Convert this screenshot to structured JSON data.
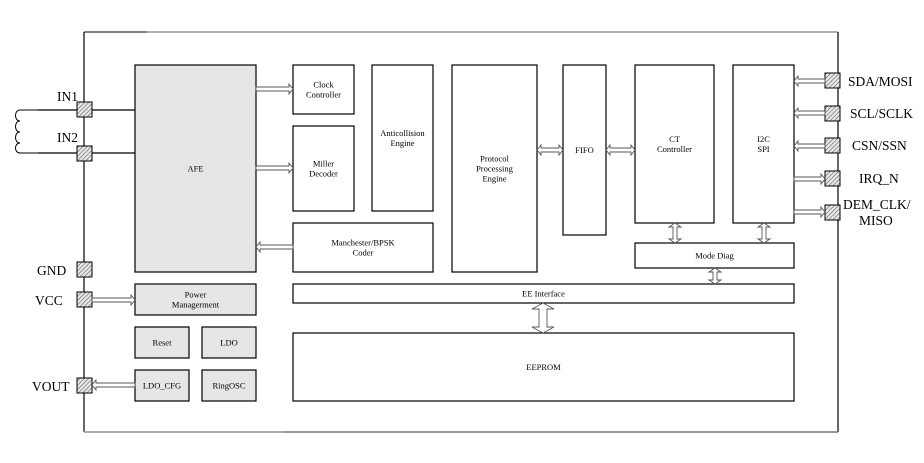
{
  "diagram": {
    "title": "",
    "pins_left": [
      {
        "id": "in1",
        "label": "IN1"
      },
      {
        "id": "in2",
        "label": "IN2"
      },
      {
        "id": "gnd",
        "label": "GND"
      },
      {
        "id": "vcc",
        "label": "VCC"
      },
      {
        "id": "vout",
        "label": "VOUT"
      }
    ],
    "pins_right": [
      {
        "id": "sda_mosi",
        "label": "SDA/MOSI"
      },
      {
        "id": "scl_sclk",
        "label": "SCL/SCLK"
      },
      {
        "id": "csn_ssn",
        "label": "CSN/SSN"
      },
      {
        "id": "irq_n",
        "label": "IRQ_N"
      },
      {
        "id": "dem_clk_miso",
        "label_line1": "DEM_CLK/",
        "label_line2": "MISO"
      }
    ],
    "blocks": {
      "afe": {
        "lines": [
          "AFE"
        ]
      },
      "power_management": {
        "lines": [
          "Power",
          "Managerment"
        ]
      },
      "reset": {
        "lines": [
          "Reset"
        ]
      },
      "ldo": {
        "lines": [
          "LDO"
        ]
      },
      "ldo_cfg": {
        "lines": [
          "LDO_CFG"
        ]
      },
      "ring_osc": {
        "lines": [
          "RingOSC"
        ]
      },
      "clock_controller": {
        "lines": [
          "Clock",
          "Controller"
        ]
      },
      "miller_decoder": {
        "lines": [
          "Miller",
          "Decoder"
        ]
      },
      "anticollision_engine": {
        "lines": [
          "Anticollision",
          "Engine"
        ]
      },
      "manchester_bpsk_coder": {
        "lines": [
          "Manchester/BPSK",
          "Coder"
        ]
      },
      "protocol_processing_engine": {
        "lines": [
          "Protocol",
          "Processing",
          "Engine"
        ]
      },
      "fifo": {
        "lines": [
          "FIFO"
        ]
      },
      "ct_controller": {
        "lines": [
          "CT",
          "Controller"
        ]
      },
      "i2c_spi": {
        "lines": [
          "I2C",
          "SPI"
        ]
      },
      "mode_diag": {
        "lines": [
          "Mode Diag"
        ]
      },
      "ee_interface": {
        "lines": [
          "EE Interface"
        ]
      },
      "eeprom": {
        "lines": [
          "EEPROM"
        ]
      }
    },
    "colors": {
      "block_fill_analog": "#e6e6e6",
      "block_fill_digital": "#ffffff",
      "stroke": "#000000"
    }
  }
}
